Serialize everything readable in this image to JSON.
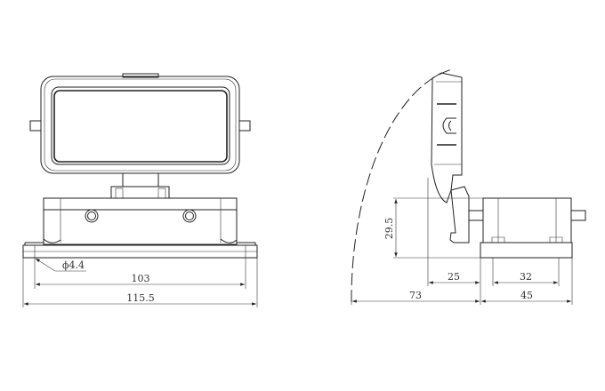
{
  "front_view": {
    "hole_label": "ϕ4.4",
    "dim_mounting_pitch": "103",
    "dim_overall_width": "115.5"
  },
  "side_view": {
    "dim_height": "29.5",
    "dim_hinge_offset": "25",
    "dim_swing_radius": "73",
    "dim_hole_pitch": "32",
    "dim_depth": "45"
  },
  "colors": {
    "line": "#222222",
    "background": "#ffffff"
  }
}
